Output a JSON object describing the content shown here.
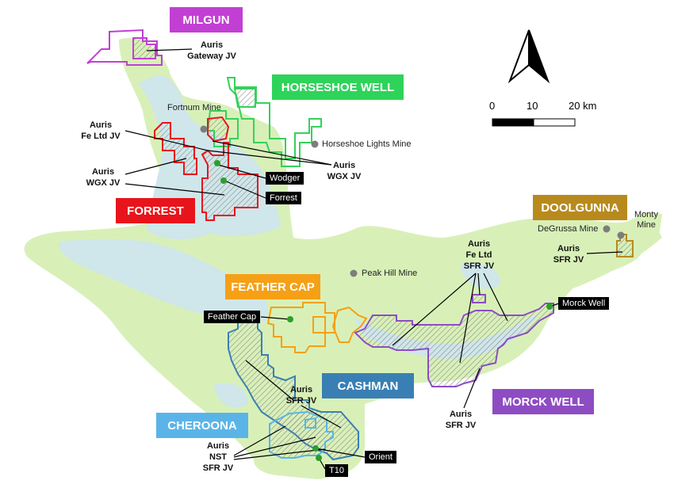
{
  "tenement_groups": {
    "milgun": {
      "label": "MILGUN",
      "color": "#c23fd4"
    },
    "horseshoe_well": {
      "label": "HORSESHOE WELL",
      "color": "#2ed35a"
    },
    "forrest": {
      "label": "FORREST",
      "color": "#e8141b"
    },
    "doolgunna": {
      "label": "DOOLGUNNA",
      "color": "#b88a1e"
    },
    "feather_cap": {
      "label": "FEATHER CAP",
      "color": "#f5a015"
    },
    "cashman": {
      "label": "CASHMAN",
      "color": "#3a7fb4"
    },
    "morck_well": {
      "label": "MORCK WELL",
      "color": "#8e4cc3"
    },
    "cheroona": {
      "label": "CHEROONA",
      "color": "#5bb4e8"
    }
  },
  "jv_labels": {
    "gateway": {
      "l1": "Auris",
      "l2": "Gateway JV"
    },
    "fe_ltd_forrest": {
      "l1": "Auris",
      "l2": "Fe Ltd JV"
    },
    "wgx_forrest": {
      "l1": "Auris",
      "l2": "WGX JV"
    },
    "wgx_horseshoe": {
      "l1": "Auris",
      "l2": "WGX JV"
    },
    "sfr_doolgunna": {
      "l1": "Auris",
      "l2": "SFR JV"
    },
    "fe_ltd_sfr": {
      "l1": "Auris",
      "l2": "Fe Ltd",
      "l3": "SFR JV"
    },
    "sfr_cashman": {
      "l1": "Auris",
      "l2": "SFR JV"
    },
    "sfr_morck": {
      "l1": "Auris",
      "l2": "SFR JV"
    },
    "nst_sfr": {
      "l1": "Auris",
      "l2": "NST",
      "l3": "SFR JV"
    }
  },
  "mines": {
    "fortnum": "Fortnum Mine",
    "horseshoe_lights": "Horseshoe Lights Mine",
    "degrussa": "DeGrussa Mine",
    "monty_l1": "Monty",
    "monty_l2": "Mine",
    "peak_hill": "Peak Hill Mine"
  },
  "prospects": {
    "wodger": "Wodger",
    "forrest": "Forrest",
    "feather_cap": "Feather Cap",
    "morck_well": "Morck Well",
    "orient": "Orient",
    "t10": "T10"
  },
  "scale_bar": {
    "t0": "0",
    "t1": "10",
    "t2": "20 km"
  },
  "colors": {
    "land": "#d8f0b8",
    "water": "#cfe6ea",
    "mine_dot": "#7d7d7d",
    "prospect_dot": "#2aa02a"
  }
}
